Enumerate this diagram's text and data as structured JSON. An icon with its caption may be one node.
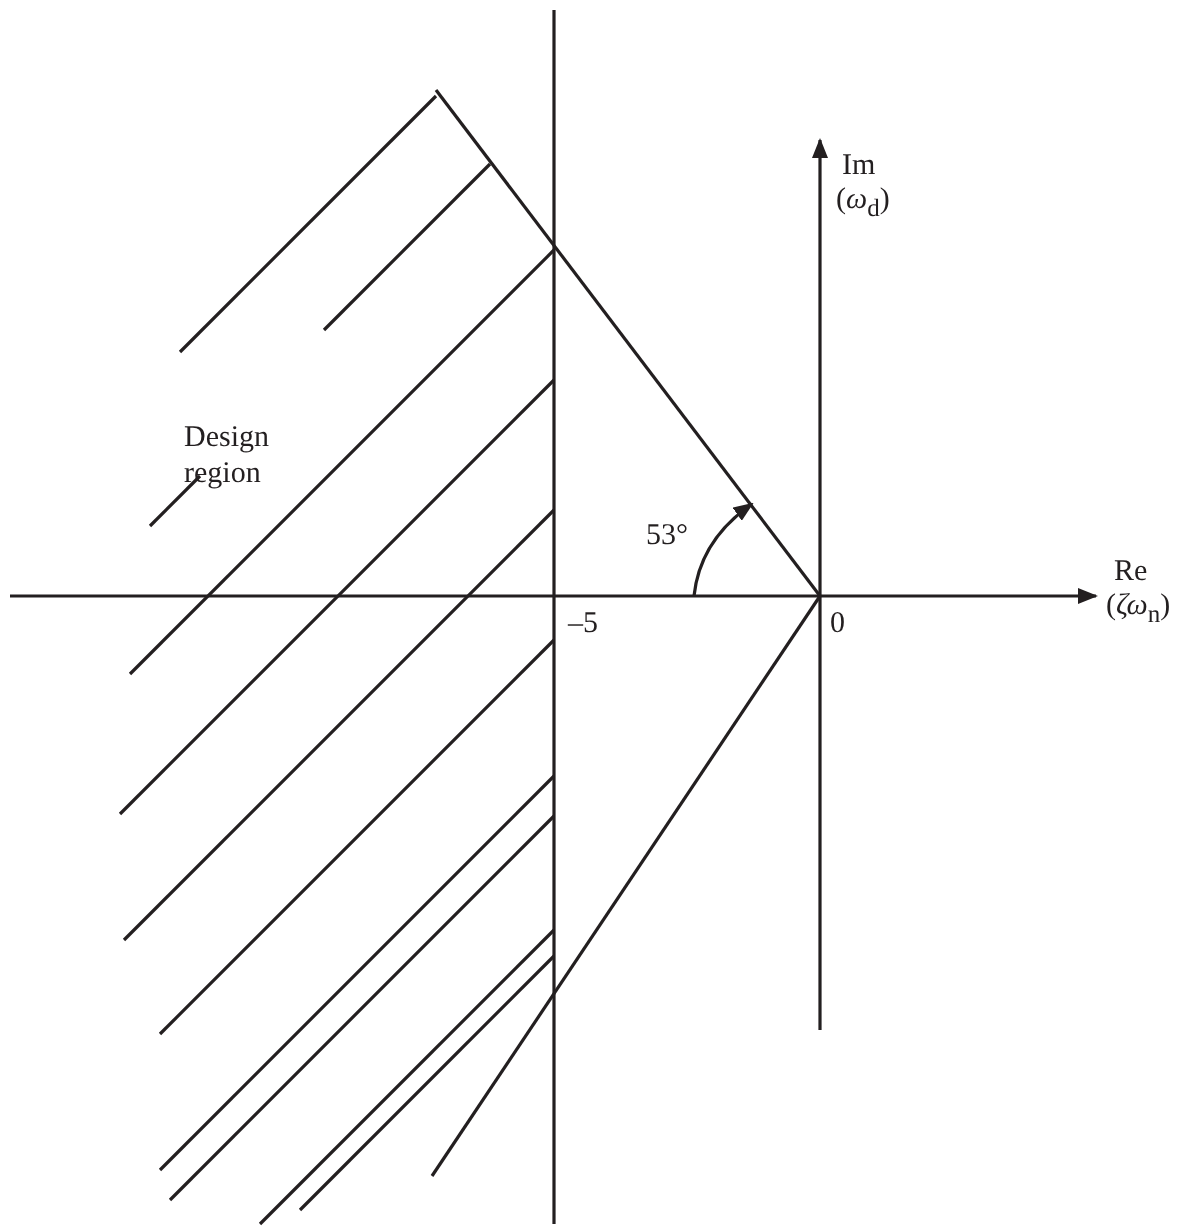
{
  "diagram": {
    "labels": [
      "Im",
      "(*ω*$_{d}$)",
      "Re",
      "(*ζω*$_{n}$)",
      "53°",
      "–5",
      "0",
      "Design region"
    ]
  }
}
